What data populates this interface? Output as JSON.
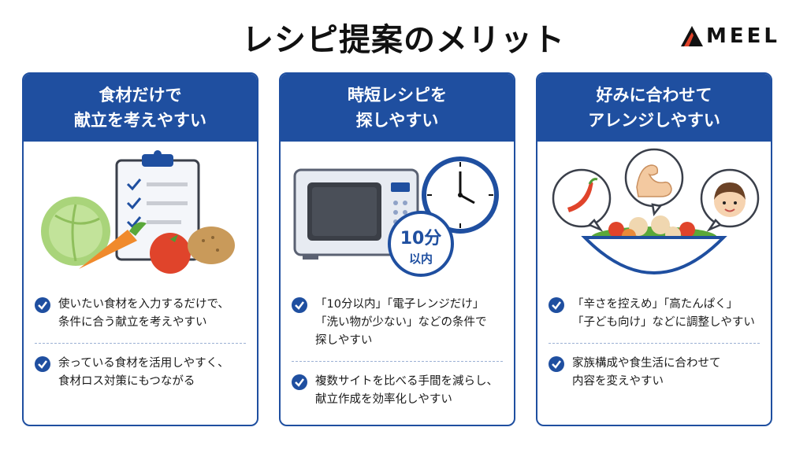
{
  "title": "レシピ提案のメリット",
  "logo": {
    "text": "MEEL"
  },
  "cards": [
    {
      "heading": [
        "食材だけで",
        "献立を考えやすい"
      ],
      "points": [
        [
          "使いたい食材を入力するだけで、",
          "条件に合う献立を考えやすい"
        ],
        [
          "余っている食材を活用しやすく、",
          "食材ロス対策にもつながる"
        ]
      ]
    },
    {
      "heading": [
        "時短レシピを",
        "探しやすい"
      ],
      "badge": [
        "10分",
        "以内"
      ],
      "points": [
        [
          "「10分以内」「電子レンジだけ」",
          "「洗い物が少ない」などの条件で",
          "探しやすい"
        ],
        [
          "複数サイトを比べる手間を減らし、",
          "献立作成を効率化しやすい"
        ]
      ]
    },
    {
      "heading": [
        "好みに合わせて",
        "アレンジしやすい"
      ],
      "points": [
        [
          "「辛さを控えめ」「高たんぱく」",
          "「子ども向け」などに調整しやすい"
        ],
        [
          "家族構成や食生活に合わせて",
          "内容を変えやすい"
        ]
      ]
    }
  ],
  "colors": {
    "brand": "#1f4fa0",
    "accent_red": "#e0442b"
  }
}
